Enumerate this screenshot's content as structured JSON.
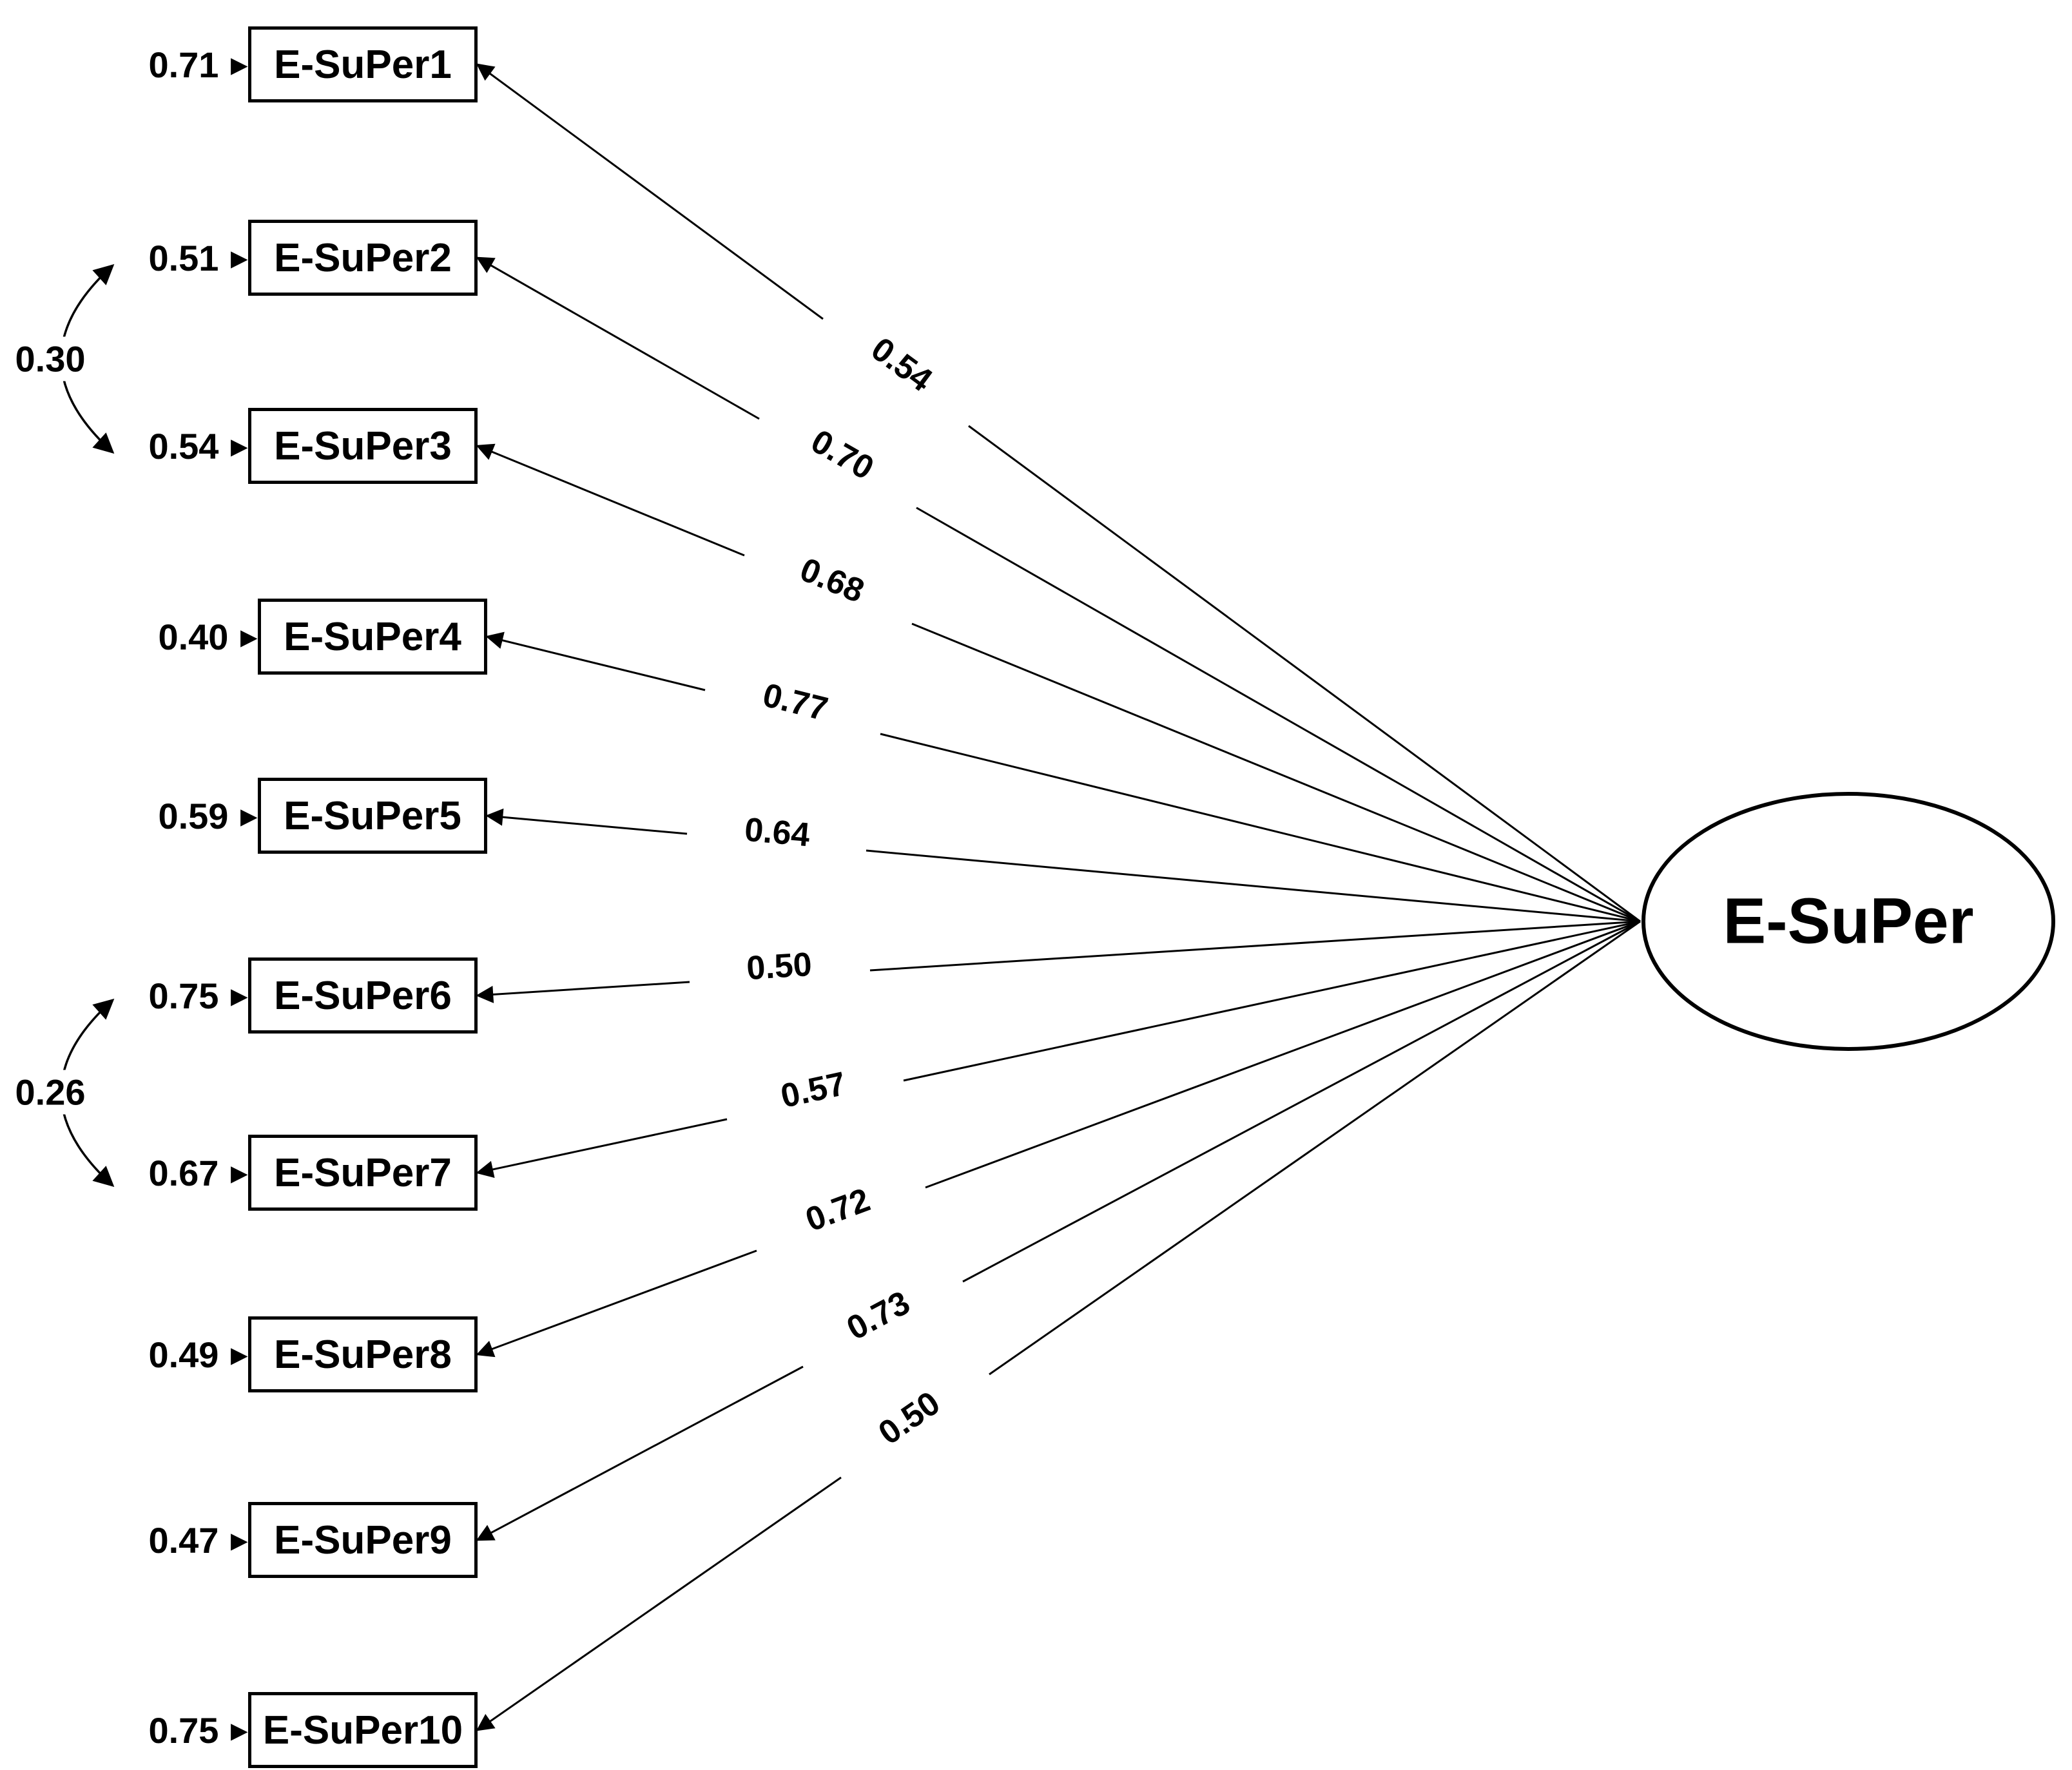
{
  "diagram": {
    "type": "confirmatory-factor-analysis-path-diagram",
    "latent": {
      "label": "E-SuPer"
    },
    "indicators": [
      {
        "label": "E-SuPer1",
        "error": "0.71",
        "loading": "0.54"
      },
      {
        "label": "E-SuPer2",
        "error": "0.51",
        "loading": "0.70"
      },
      {
        "label": "E-SuPer3",
        "error": "0.54",
        "loading": "0.68"
      },
      {
        "label": "E-SuPer4",
        "error": "0.40",
        "loading": "0.77"
      },
      {
        "label": "E-SuPer5",
        "error": "0.59",
        "loading": "0.64"
      },
      {
        "label": "E-SuPer6",
        "error": "0.75",
        "loading": "0.50"
      },
      {
        "label": "E-SuPer7",
        "error": "0.67",
        "loading": "0.57"
      },
      {
        "label": "E-SuPer8",
        "error": "0.49",
        "loading": "0.72"
      },
      {
        "label": "E-SuPer9",
        "error": "0.47",
        "loading": "0.73"
      },
      {
        "label": "E-SuPer10",
        "error": "0.75",
        "loading": "0.50"
      }
    ],
    "covariances": [
      {
        "between": [
          "E-SuPer2",
          "E-SuPer3"
        ],
        "value": "0.30"
      },
      {
        "between": [
          "E-SuPer6",
          "E-SuPer7"
        ],
        "value": "0.26"
      }
    ],
    "colors": {
      "line": "#000000",
      "background": "#ffffff"
    },
    "icons": {
      "error_arrow": "right-pointer-icon"
    }
  }
}
